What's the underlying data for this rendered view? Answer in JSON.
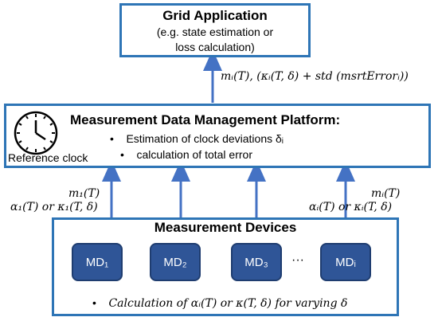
{
  "grid_app": {
    "title": "Grid Application",
    "subtitle_line1": "(e.g. state estimation or",
    "subtitle_line2": "loss calculation)"
  },
  "grid_link_label": "mᵢ(T), (κᵢ(T, δ) + std (msrtErrorᵢ))",
  "platform": {
    "title": "Measurement Data Management Platform:",
    "bullet1": "Estimation of clock deviations δᵢ",
    "bullet2": "calculation of total error",
    "clock_label": "Reference clock"
  },
  "left_link": {
    "line1": "m₁(T)",
    "line2": "α₁(T) or κ₁(T, δ)"
  },
  "right_link": {
    "line1": "mᵢ(T)",
    "line2": "αᵢ(T) or κᵢ(T, δ)"
  },
  "devices": {
    "title": "Measurement Devices",
    "items": [
      "MD₁",
      "MD₂",
      "MD₃",
      "MDᵢ"
    ],
    "ellipsis": "···",
    "bullet": "Calculation of αᵢ(T) or κ(T, δ) for varying δ"
  },
  "colors": {
    "box_border": "#2e75b6",
    "device_fill": "#2f5597",
    "arrow": "#4472c4"
  }
}
